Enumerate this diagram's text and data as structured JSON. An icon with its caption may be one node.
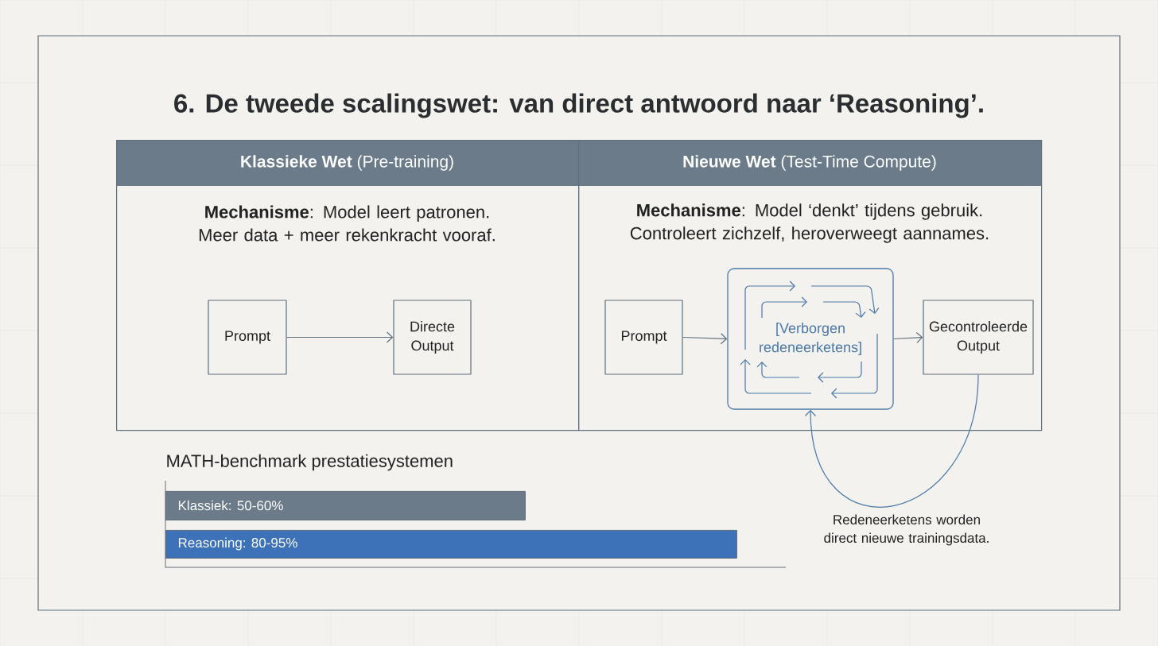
{
  "diagram": {
    "title": "6. De tweede scalingswet: van direct antwoord naar ‘Reasoning’.",
    "nodes": [
      {
        "text": [
          "**Klassieke Wet** (Pre-training)",
          "**Mechanisme**: Model leert patronen. Meer data + meer rekenkracht vooraf."
        ]
      },
      {
        "text": [
          "**Nieuwe Wet** (Test-Time Compute)",
          "**Mechanisme**: Model ‘denkt’ tijdens gebruik. Controleert zichzelf, heroverweegt aannames."
        ]
      },
      {
        "text": [
          "Prompt"
        ],
        "in": 0
      },
      {
        "text": [
          "Directe Output"
        ],
        "in": 0
      },
      {
        "text": [
          "Prompt"
        ],
        "in": 1
      },
      {
        "text": [
          "[Verborgen redeneerketens]"
        ],
        "in": 1
      },
      {
        "text": [
          "Gecontroleerde Output"
        ],
        "in": 1
      },
      {
        "text": [
          "Klassiek: 50-60%"
        ]
      },
      {
        "text": [
          "Reasoning: 80-95%"
        ]
      }
    ],
    "edges": [
      {
        "from": 2,
        "to": 3,
        "arrow": "to"
      },
      {
        "from": 4,
        "to": 5,
        "arrow": "to"
      },
      {
        "from": 5,
        "to": 6,
        "arrow": "to"
      },
      {
        "from": 6,
        "to": 5,
        "arrow": "to",
        "color": "#4a78a8"
      }
    ],
    "labels": [
      "MATH-benchmark prestatiesystemen",
      "Redeneerketens worden direct nieuwe trainingsdata."
    ]
  }
}
